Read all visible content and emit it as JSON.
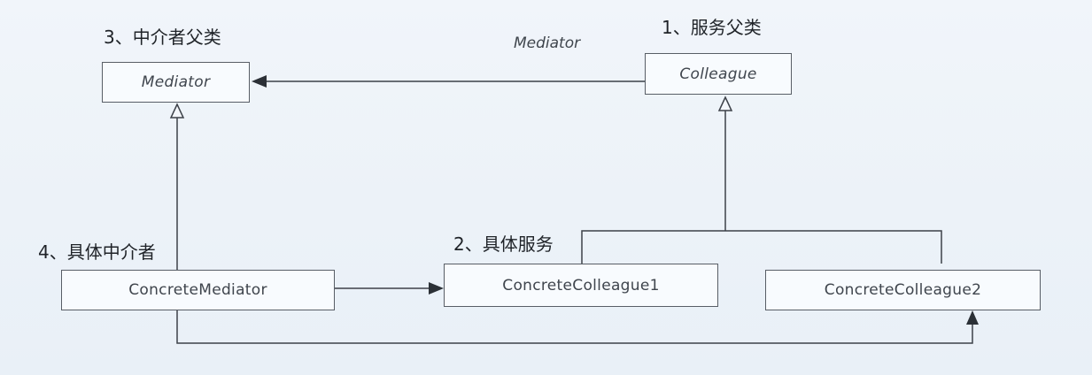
{
  "classes": {
    "mediator": "Mediator",
    "colleague": "Colleague",
    "concrete_mediator": "ConcreteMediator",
    "concrete_colleague1": "ConcreteColleague1",
    "concrete_colleague2": "ConcreteColleague2"
  },
  "notes": {
    "mediator_parent": "3、中介者父类",
    "service_parent": "1、服务父类",
    "concrete_service": "2、具体服务",
    "concrete_mediator": "4、具体中介者"
  },
  "edge_labels": {
    "colleague_to_mediator": "Mediator"
  },
  "colors": {
    "background": "#eef3f8",
    "line": "#3c4148",
    "box_border": "#585e66",
    "text": "#3f454d"
  }
}
